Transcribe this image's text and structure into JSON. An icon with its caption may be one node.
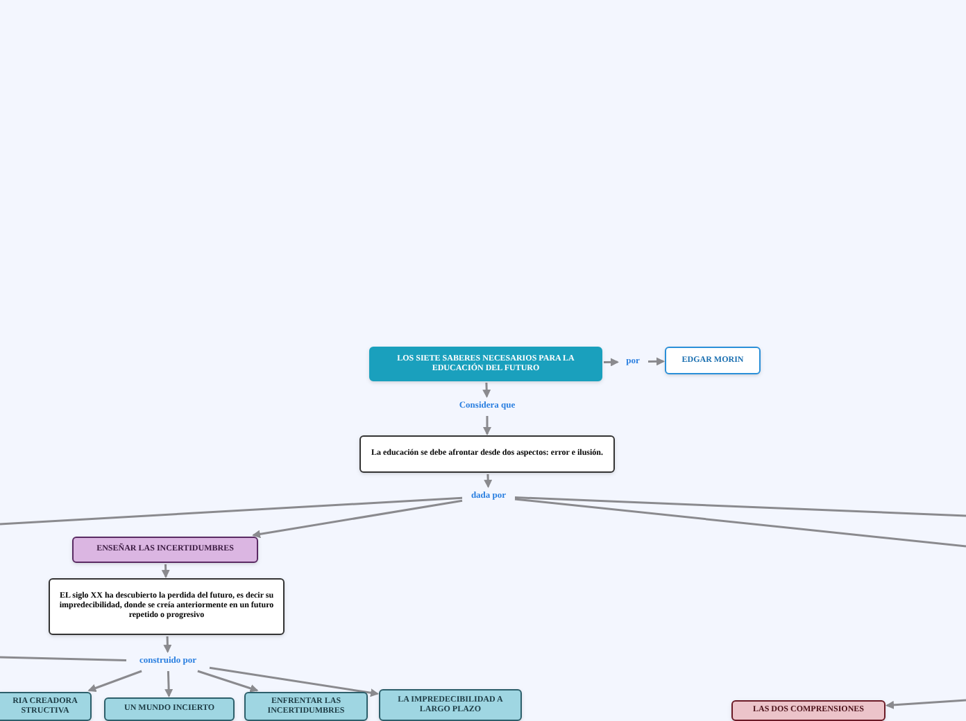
{
  "diagram": {
    "nodes": [
      {
        "text": [
          "LOS SIETE SABERES NECESARIOS PARA LA EDUCACIÓN DEL FUTURO"
        ]
      },
      {
        "text": [
          "por"
        ]
      },
      {
        "text": [
          "EDGAR MORIN"
        ]
      },
      {
        "text": [
          "Considera que"
        ]
      },
      {
        "text": [
          "La educación se debe afrontar desde dos aspectos: error e ilusión."
        ]
      },
      {
        "text": [
          "dada por"
        ]
      },
      {
        "text": [
          "ENSEÑAR LAS INCERTIDUMBRES"
        ]
      },
      {
        "text": [
          "EL siglo XX ha descubierto la perdida del futuro, es decir su impredecibilidad, donde se creía anteriormente en un futuro repetido o progresivo"
        ]
      },
      {
        "text": [
          "construido por"
        ]
      },
      {
        "text": [
          "RIA CREADORA STRUCTIVA"
        ]
      },
      {
        "text": [
          "UN MUNDO INCIERTO"
        ]
      },
      {
        "text": [
          "ENFRENTAR LAS INCERTIDUMBRES"
        ]
      },
      {
        "text": [
          "LA IMPREDECIBILIDAD A LARGO PLAZO"
        ]
      },
      {
        "text": [
          "LAS DOS COMPRENSIONES"
        ]
      }
    ],
    "edges": [
      {
        "from": 0,
        "to": 1,
        "arrow": "to"
      },
      {
        "from": 1,
        "to": 2,
        "arrow": "to"
      },
      {
        "from": 0,
        "to": 3,
        "arrow": "to"
      },
      {
        "from": 3,
        "to": 4,
        "arrow": "to"
      },
      {
        "from": 4,
        "to": 5,
        "arrow": "to"
      },
      {
        "from": 5,
        "to": null,
        "arrow": "none"
      },
      {
        "from": 5,
        "to": 6,
        "arrow": "to"
      },
      {
        "from": 5,
        "to": null,
        "arrow": "none"
      },
      {
        "from": 5,
        "to": null,
        "arrow": "none"
      },
      {
        "from": 6,
        "to": 7,
        "arrow": "to"
      },
      {
        "from": 7,
        "to": 8,
        "arrow": "to"
      },
      {
        "from": 8,
        "to": null,
        "arrow": "none"
      },
      {
        "from": 8,
        "to": 9,
        "arrow": "to"
      },
      {
        "from": 8,
        "to": 10,
        "arrow": "to"
      },
      {
        "from": 8,
        "to": 11,
        "arrow": "to"
      },
      {
        "from": 8,
        "to": 12,
        "arrow": "to"
      },
      {
        "from": null,
        "to": 13,
        "arrow": "to"
      }
    ]
  }
}
